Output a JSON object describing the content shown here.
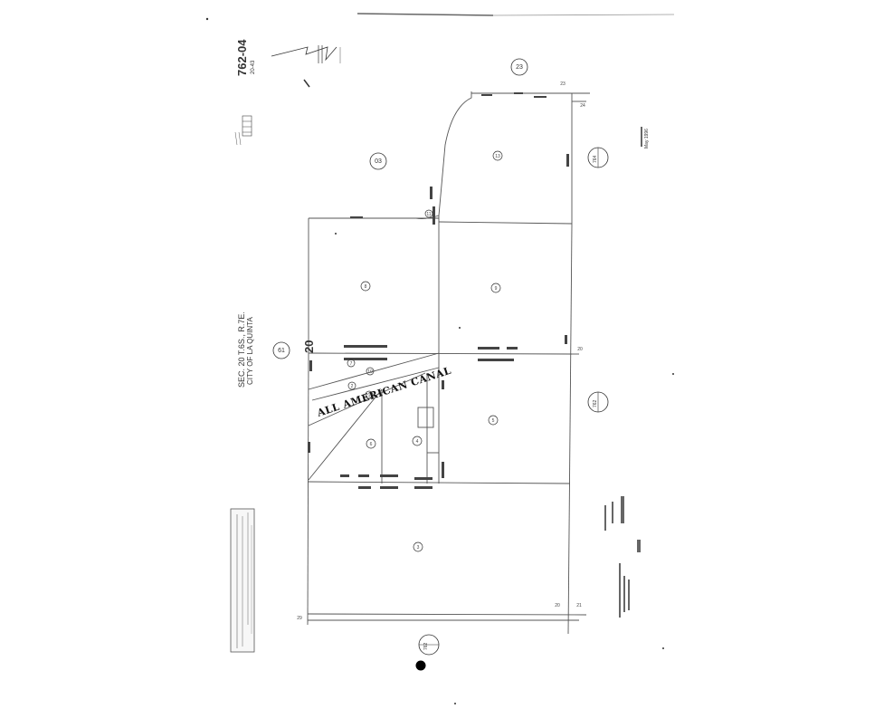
{
  "map": {
    "book_page": "762-04",
    "sub_number": "20-43",
    "section_title": "SEC. 20 T.6S., R.7E.",
    "city_label": "CITY OF LA QUINTA",
    "canal_label": "ALL AMERICAN CANAL",
    "section_number": "20",
    "date_label": "May 1996"
  },
  "bubbles": [
    {
      "id": "top-right",
      "text": "23"
    },
    {
      "id": "upper-left",
      "text": "03"
    },
    {
      "id": "mid-left",
      "text": "61"
    },
    {
      "id": "bottom-page",
      "text": "762"
    },
    {
      "id": "right-upper",
      "text": "764"
    },
    {
      "id": "right-mid",
      "text": "762"
    }
  ],
  "parcels": [
    {
      "id": "p13",
      "num": "13"
    },
    {
      "id": "p8",
      "num": "8"
    },
    {
      "id": "p9",
      "num": "9"
    },
    {
      "id": "p7",
      "num": "7"
    },
    {
      "id": "p10",
      "num": "10"
    },
    {
      "id": "p1",
      "num": "1"
    },
    {
      "id": "p2",
      "num": "2"
    },
    {
      "id": "p6",
      "num": "6"
    },
    {
      "id": "p5",
      "num": "5"
    },
    {
      "id": "p4",
      "num": "4"
    },
    {
      "id": "p3",
      "num": "3"
    },
    {
      "id": "p11",
      "num": "11"
    }
  ],
  "line_labels": {
    "top_a": "23",
    "top_b": "24",
    "bottom_a": "20",
    "bottom_b": "21",
    "right_mid": "20",
    "left_bottom": "29"
  }
}
